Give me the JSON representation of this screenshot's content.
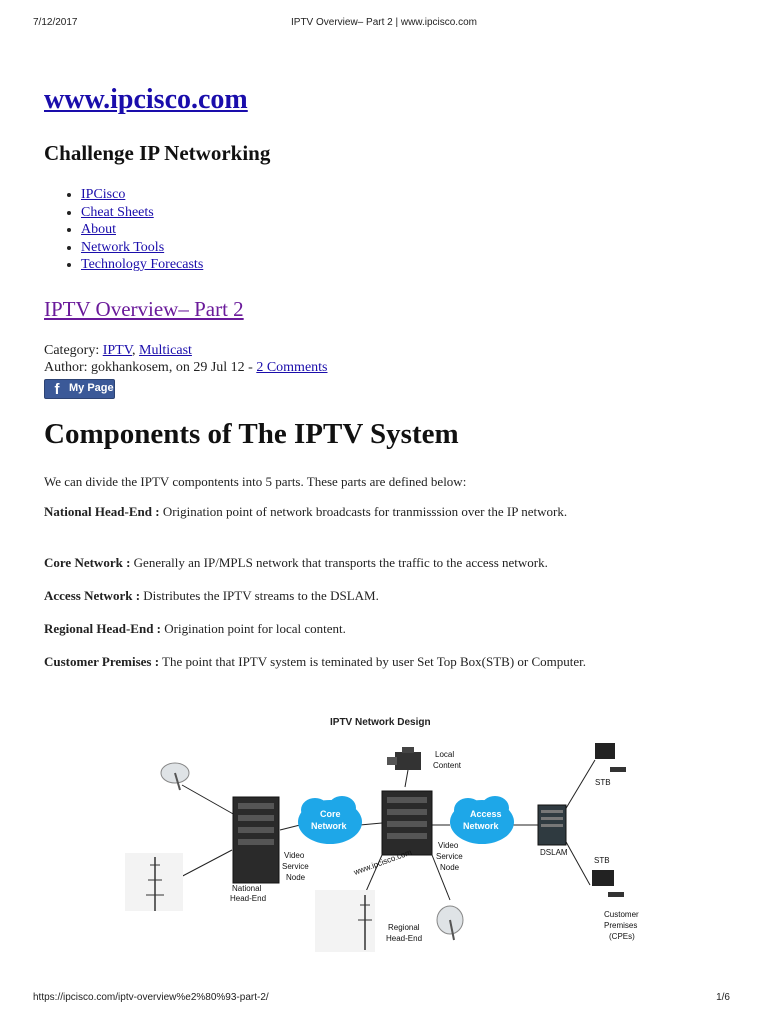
{
  "print_header": {
    "date": "7/12/2017",
    "title": "IPTV Overview– Part 2 | www.ipcisco.com"
  },
  "print_footer": {
    "url": "https://ipcisco.com/iptv-overview%e2%80%93-part-2/",
    "page": "1/6"
  },
  "site": {
    "title": "www.ipcisco.com",
    "tagline": "Challenge IP Networking"
  },
  "nav": {
    "items": [
      {
        "label": "IPCisco"
      },
      {
        "label": "Cheat Sheets"
      },
      {
        "label": "About"
      },
      {
        "label": "Network Tools"
      },
      {
        "label": "Technology Forecasts"
      }
    ]
  },
  "post": {
    "title": "IPTV Overview– Part 2",
    "category_label": "Category:",
    "categories": [
      "IPTV",
      "Multicast"
    ],
    "category_sep": ",",
    "author_text": "Author: gokhankosem, on 29 Jul 12 -",
    "comments_link": "2 Comments",
    "fb_button": "My Page",
    "fb_icon": "f"
  },
  "article": {
    "heading": "Components of The IPTV System",
    "intro": "We can divide the IPTV compontents into 5 parts. These parts are defined below:",
    "items": [
      {
        "term": "National Head-End :",
        "desc": " Origination point of network broadcasts for tranmisssion over the IP network."
      },
      {
        "term": "Core Network :",
        "desc": " Generally an IP/MPLS network that transports the traffic to the access network."
      },
      {
        "term": "Access Network :",
        "desc": " Distributes the IPTV streams to the DSLAM."
      },
      {
        "term": "Regional Head-End :",
        "desc": " Origination point for local content."
      },
      {
        "term": "Customer Premises :",
        "desc": " The point that IPTV system is teminated by user Set Top Box(STB) or Computer."
      }
    ]
  },
  "diagram": {
    "title": "IPTV Network Design",
    "core_cloud": [
      "Core",
      "Network"
    ],
    "access_cloud": [
      "Access",
      "Network"
    ],
    "local_content": [
      "Local",
      "Content"
    ],
    "vsn_left": [
      "Video",
      "Service",
      "Node"
    ],
    "vsn_right": [
      "Video",
      "Service",
      "Node"
    ],
    "national_headend": [
      "National",
      "Head-End"
    ],
    "regional_headend": [
      "Regional",
      "Head-End"
    ],
    "dslam": "DSLAM",
    "stb_top": "STB",
    "stb_bottom": "STB",
    "customer_premises": [
      "Customer",
      "Premises",
      "(CPEs)"
    ],
    "watermark": "www.ipcisco.com",
    "cloud_color": "#1ea7e8"
  }
}
